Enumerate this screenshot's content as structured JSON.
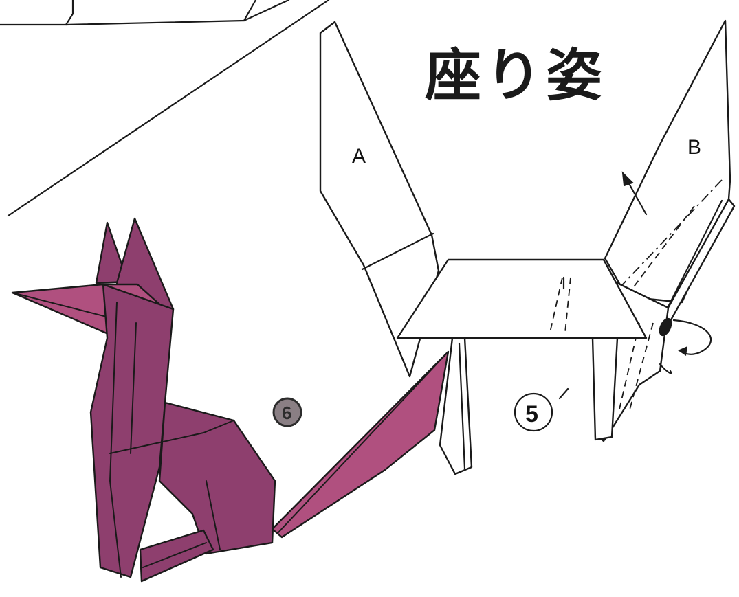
{
  "title": "座り姿",
  "labels": {
    "flap_a": "A",
    "flap_b": "B"
  },
  "steps": {
    "step_5": "5",
    "step_6": "6"
  },
  "colors": {
    "paper_color": "#8e3f6e",
    "line_color": "#1a1a1a"
  }
}
